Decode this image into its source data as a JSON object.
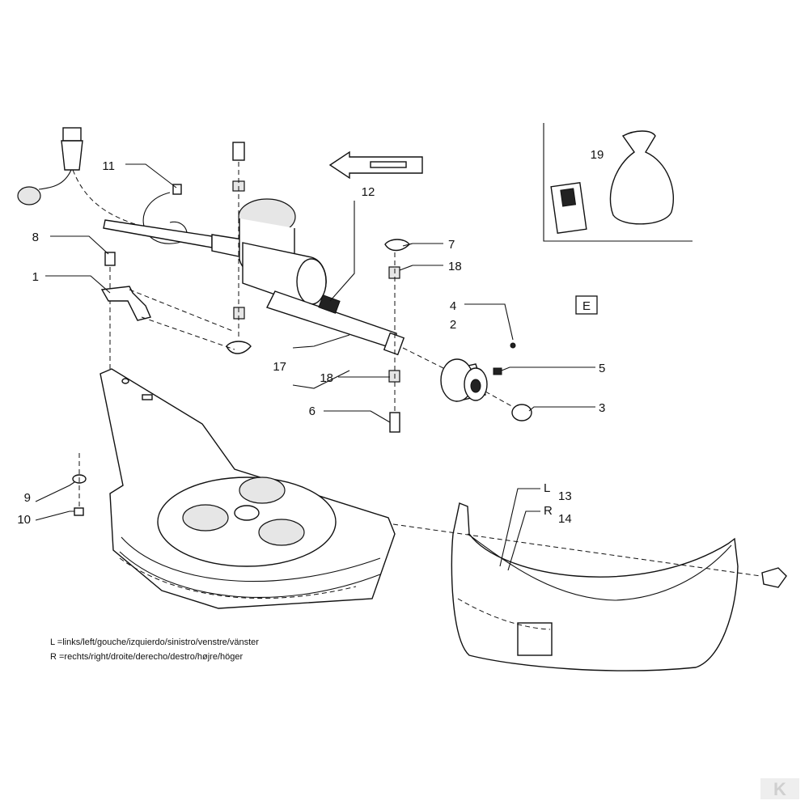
{
  "callouts": {
    "c1": "1",
    "c2": "2",
    "c3": "3",
    "c4": "4",
    "c5": "5",
    "c6": "6",
    "c7": "7",
    "c8": "8",
    "c9": "9",
    "c10": "10",
    "c11": "11",
    "c12": "12",
    "c13": "13",
    "c14": "14",
    "c17": "17",
    "c18a": "18",
    "c18b": "18",
    "c19": "19",
    "l_mark": "L",
    "r_mark": "R"
  },
  "view_label": "E",
  "legend": {
    "left": "L =links/left/gouche/izquierdo/sinistro/venstre/vänster",
    "right": "R =rechts/right/droite/derecho/destro/højre/höger"
  },
  "logo": "K",
  "colors": {
    "ink": "#111111",
    "paper": "#ffffff",
    "logo": "#cfcfcf"
  }
}
